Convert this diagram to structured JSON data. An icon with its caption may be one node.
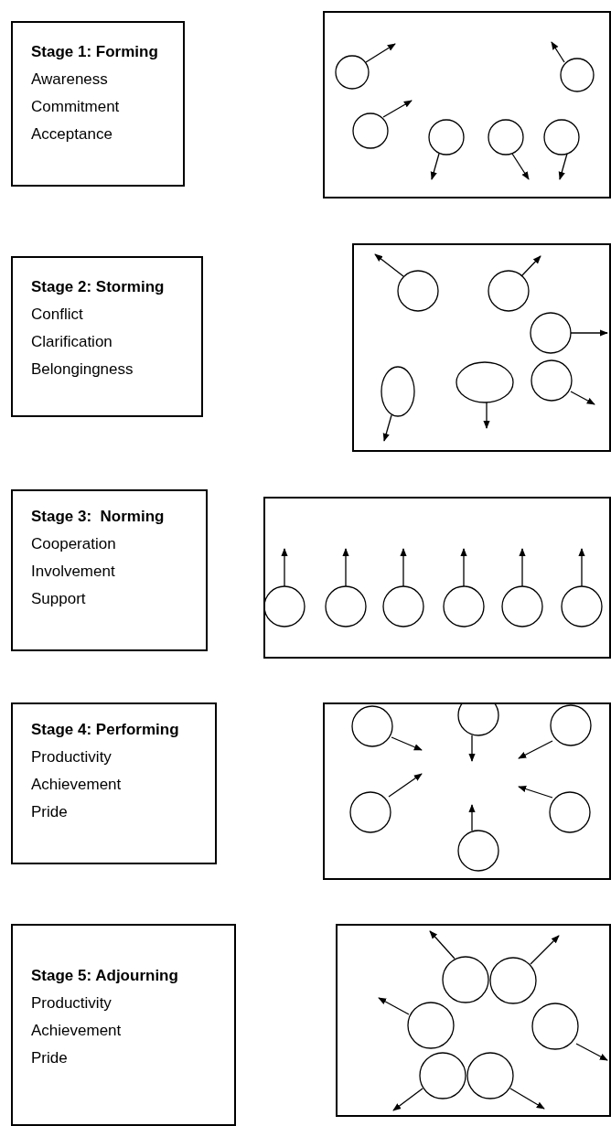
{
  "diagram": {
    "nodes": [
      {
        "text": [
          "Stage 1: Forming",
          "Awareness",
          "Commitment",
          "Acceptance"
        ]
      },
      {
        "text": [],
        "shape": "box"
      },
      {
        "text": [
          "Stage 2: Storming",
          "Conflict",
          "Clarification",
          "Belongingness"
        ]
      },
      {
        "text": [],
        "shape": "box"
      },
      {
        "text": [
          "Stage 3:  Norming",
          "Cooperation",
          "Involvement",
          "Support"
        ]
      },
      {
        "text": [],
        "shape": "box"
      },
      {
        "text": [
          "Stage 4: Performing",
          "Productivity",
          "Achievement",
          "Pride"
        ]
      },
      {
        "text": [],
        "shape": "box"
      },
      {
        "text": [
          "Stage 5: Adjourning",
          "Productivity",
          "Achievement",
          "Pride"
        ]
      },
      {
        "text": [],
        "shape": "box"
      }
    ]
  }
}
